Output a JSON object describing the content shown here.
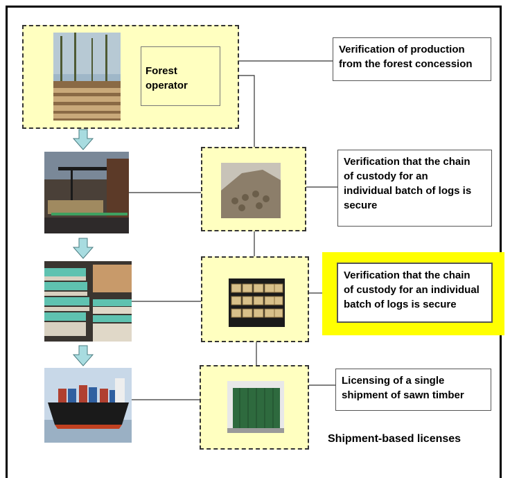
{
  "nodes": {
    "forest_operator": {
      "label": "Forest\noperator"
    },
    "v1": {
      "label": "Verification of production\nfrom  the forest concession"
    },
    "v2": {
      "label": "Verification that the chain\nof custody for an\nindividual batch of logs  is\nsecure"
    },
    "v3": {
      "label": "Verification that the chain\nof custody for an individual\nbatch of logs  is secure"
    },
    "v4": {
      "label": "Licensing of a single\nshipment of sawn timber"
    }
  },
  "footer": "Shipment-based licenses",
  "colors": {
    "box_fill": "#ffffc0",
    "highlight": "#ffff00",
    "arrow": "#a8dce0"
  },
  "icons": {
    "photo1": "forest-logs-photo",
    "photo2": "sawmill-crane-photo",
    "photo3": "sawn-timber-stacks-photo",
    "photo4": "container-ship-photo",
    "photo5": "log-pile-photo",
    "photo6": "timber-stack-photo",
    "photo7": "shipping-container-photo"
  }
}
